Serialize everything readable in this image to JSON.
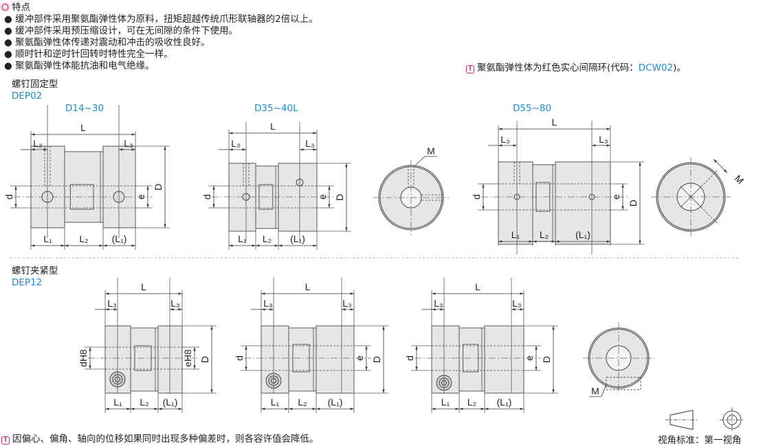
{
  "features": {
    "title": "特点",
    "items": [
      "缓冲部件采用聚氨酯弹性体为原料，扭矩超越传统爪形联轴器的2倍以上。",
      "缓冲部件采用预压缩设计，可在无间隙的条件下使用。",
      "聚氨酯弹性体传递对震动和冲击的吸收性良好。",
      "顺时针和逆时针回转时特性完全一样。",
      "聚氨酯弹性体能抗油和电气绝缘。"
    ]
  },
  "note_top": {
    "text": "聚氨酯弹性体为红色实心间隔环(代码：",
    "code": "DCW02",
    "suffix": ")。"
  },
  "section_fixed": {
    "title": "螺钉固定型",
    "code": "DEP02",
    "variants": [
      "D14~30",
      "D35~40L",
      "D55~80"
    ]
  },
  "section_clamp": {
    "title": "螺钉夹紧型",
    "code": "DEP12"
  },
  "dims": {
    "L": "L",
    "L1": "L₁",
    "L2": "L₂",
    "L1p": "(L₁)",
    "L3": "L₃",
    "d": "d",
    "e": "e",
    "D": "D",
    "M": "M",
    "dH8": "dH8",
    "eH8": "eH8"
  },
  "note_bottom": "因偏心、偏角、轴向的位移如果同时出现多种偏差时，则各容许值会降低。",
  "projection": "视角标准：第一视角",
  "colors": {
    "accent": "#d4267e",
    "code_blue": "#1a8ccf",
    "body_fill": "#e6e6e6",
    "highlight_label": "#b0308f"
  }
}
